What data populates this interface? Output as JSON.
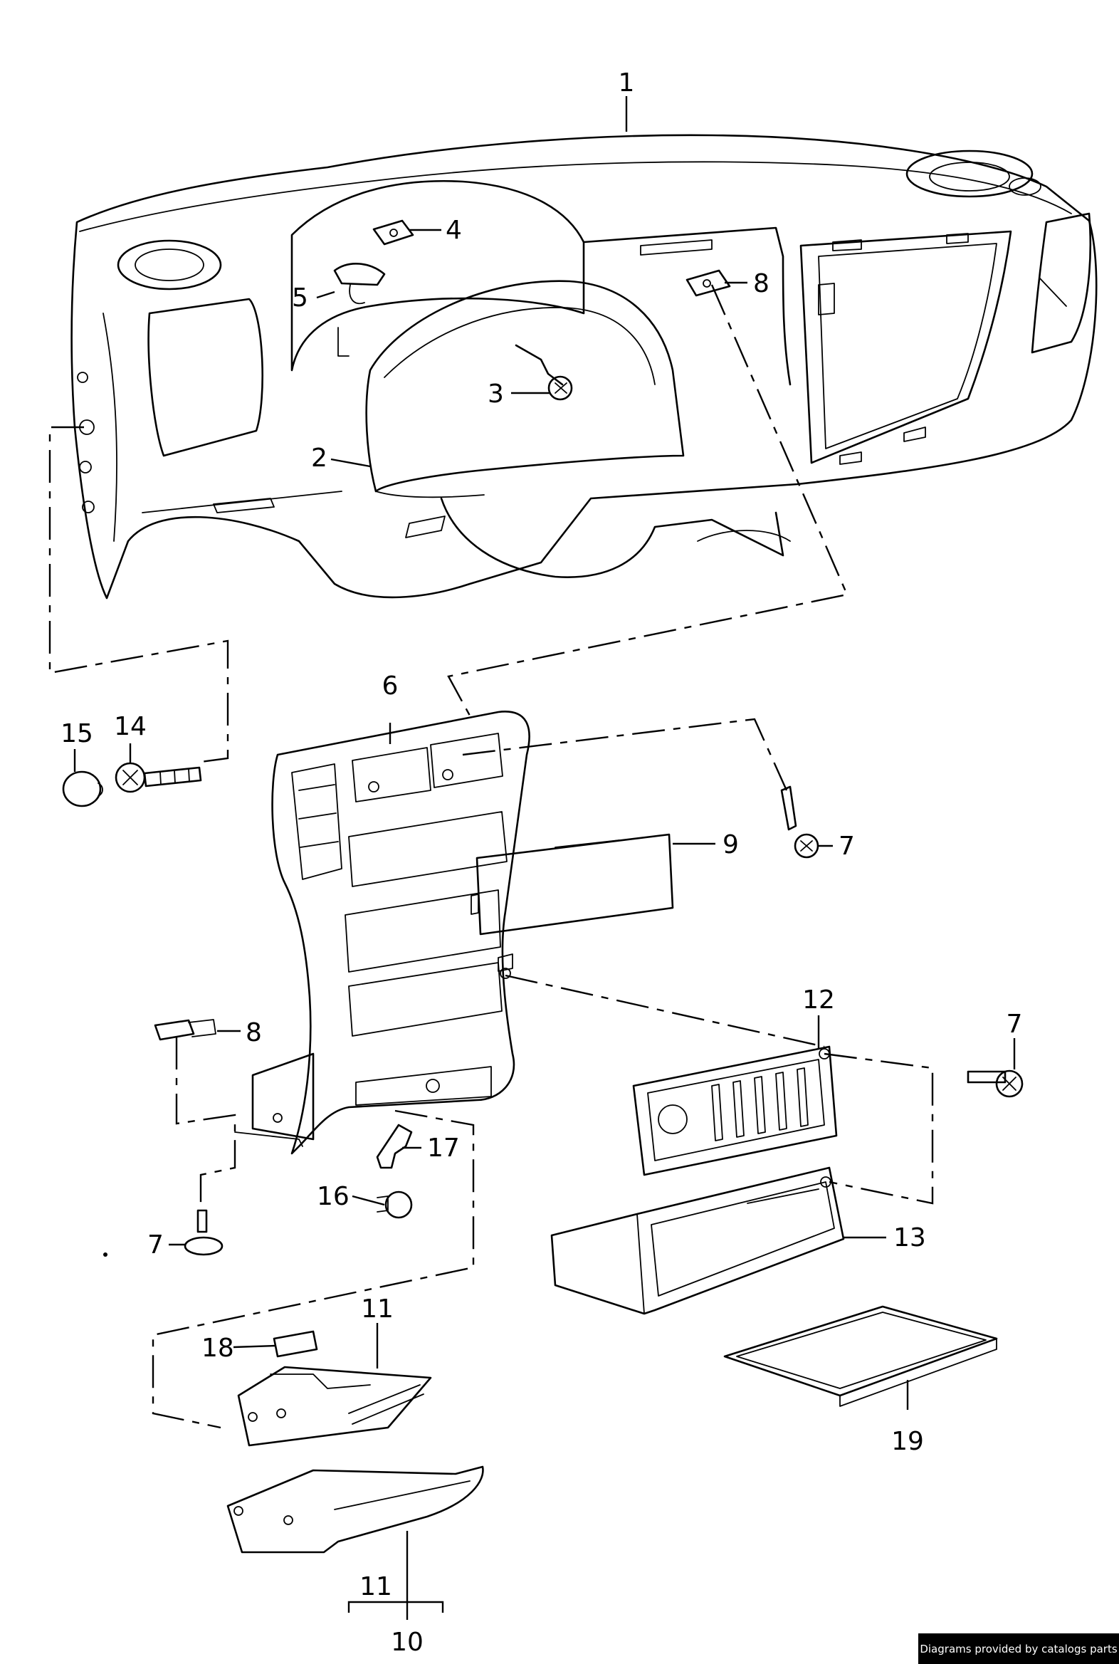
{
  "callouts": {
    "c1": "1",
    "c2": "2",
    "c3": "3",
    "c4": "4",
    "c5": "5",
    "c6": "6",
    "c7a": "7",
    "c7b": "7",
    "c7c": "7",
    "c8a": "8",
    "c8b": "8",
    "c9": "9",
    "c10": "10",
    "c11a": "11",
    "c11b": "11",
    "c12": "12",
    "c13": "13",
    "c14": "14",
    "c15": "15",
    "c16": "16",
    "c17": "17",
    "c18": "18",
    "c19": "19"
  },
  "footer": {
    "credit": "Diagrams provided by catalogs parts"
  }
}
